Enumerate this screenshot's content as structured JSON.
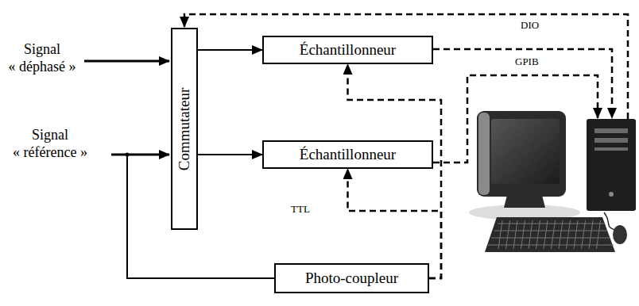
{
  "diagram": {
    "nodes": [
      {
        "text": [
          "Commutateur"
        ]
      },
      {
        "text": [
          "Échantillonneur"
        ]
      },
      {
        "text": [
          "Échantillonneur"
        ]
      },
      {
        "text": [
          "Photo-coupleur"
        ]
      }
    ],
    "edges": [
      {
        "from": 0,
        "to": 1,
        "arrow": "to"
      },
      {
        "from": 0,
        "to": 2,
        "arrow": "to"
      },
      {
        "from": 3,
        "to": 1,
        "arrow": "to"
      },
      {
        "from": 3,
        "to": 2,
        "arrow": "to"
      }
    ],
    "labels": [
      "Signal « déphasé »",
      "Signal « référence »",
      "DIO",
      "GPIB",
      "TTL"
    ]
  }
}
